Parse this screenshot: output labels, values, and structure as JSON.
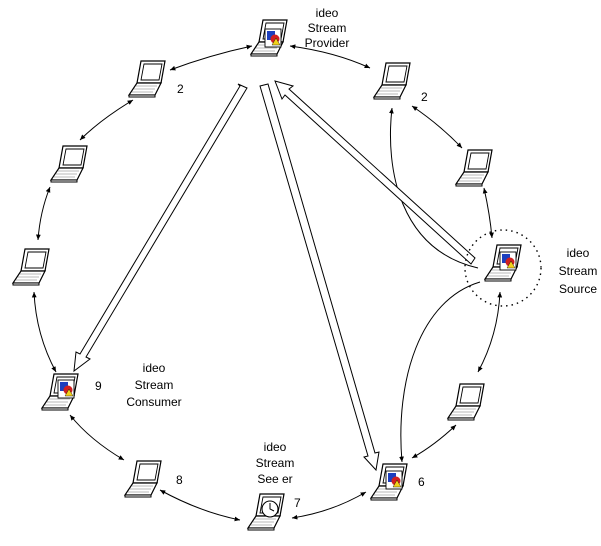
{
  "nodes": [
    {
      "id": "n-top",
      "number": "",
      "label": [
        "ideo",
        "Stream",
        "Provider"
      ],
      "icon": "video-doc-icon"
    },
    {
      "id": "n-topleft",
      "number": "2",
      "label": [],
      "icon": ""
    },
    {
      "id": "n-topright",
      "number": "2",
      "label": [],
      "icon": ""
    },
    {
      "id": "n-left1",
      "number": "",
      "label": [],
      "icon": ""
    },
    {
      "id": "n-right1",
      "number": "",
      "label": [],
      "icon": ""
    },
    {
      "id": "n-left2",
      "number": "",
      "label": [],
      "icon": ""
    },
    {
      "id": "n-source",
      "number": "",
      "label": [
        "ideo",
        "Stream",
        "Source"
      ],
      "icon": "video-doc-icon"
    },
    {
      "id": "n-consumer",
      "number": "9",
      "label": [
        "ideo",
        "Stream",
        "Consumer"
      ],
      "icon": "video-doc-icon"
    },
    {
      "id": "n-right2",
      "number": "",
      "label": [],
      "icon": ""
    },
    {
      "id": "n-8",
      "number": "8",
      "label": [],
      "icon": ""
    },
    {
      "id": "n-seeker",
      "number": "7",
      "label": [
        "ideo",
        "Stream",
        "See  er"
      ],
      "icon": "clock-icon"
    },
    {
      "id": "n-6",
      "number": "6",
      "label": [],
      "icon": "video-doc-icon"
    }
  ]
}
